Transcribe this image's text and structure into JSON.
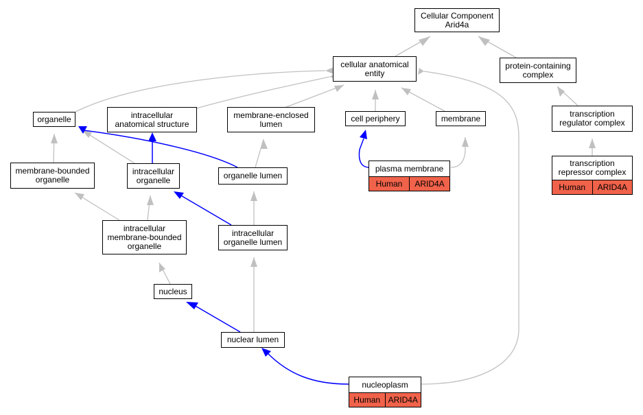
{
  "colors": {
    "gray_edge": "#c0c0c0",
    "blue_edge": "#0000ff",
    "annotation_fill": "#f0624a"
  },
  "nodes": {
    "root": "Cellular Component\nArid4a",
    "cae": "cellular anatomical\nentity",
    "pcc": "protein-containing\ncomplex",
    "organelle": "organelle",
    "ias": "intracellular\nanatomical structure",
    "mel": "membrane-enclosed\nlumen",
    "cp": "cell periphery",
    "membrane": "membrane",
    "trc": "transcription\nregulator complex",
    "mbo": "membrane-bounded\norganelle",
    "io": "intracellular\norganelle",
    "ol": "organelle lumen",
    "pm": "plasma membrane",
    "trpc": "transcription\nrepressor complex",
    "imbo": "intracellular\nmembrane-bounded\norganelle",
    "iol": "intracellular\norganelle lumen",
    "nucleus": "nucleus",
    "nl": "nuclear lumen",
    "np": "nucleoplasm"
  },
  "annotations": {
    "pm": {
      "species": "Human",
      "gene": "ARID4A"
    },
    "trpc": {
      "species": "Human",
      "gene": "ARID4A"
    },
    "np": {
      "species": "Human",
      "gene": "ARID4A"
    }
  }
}
